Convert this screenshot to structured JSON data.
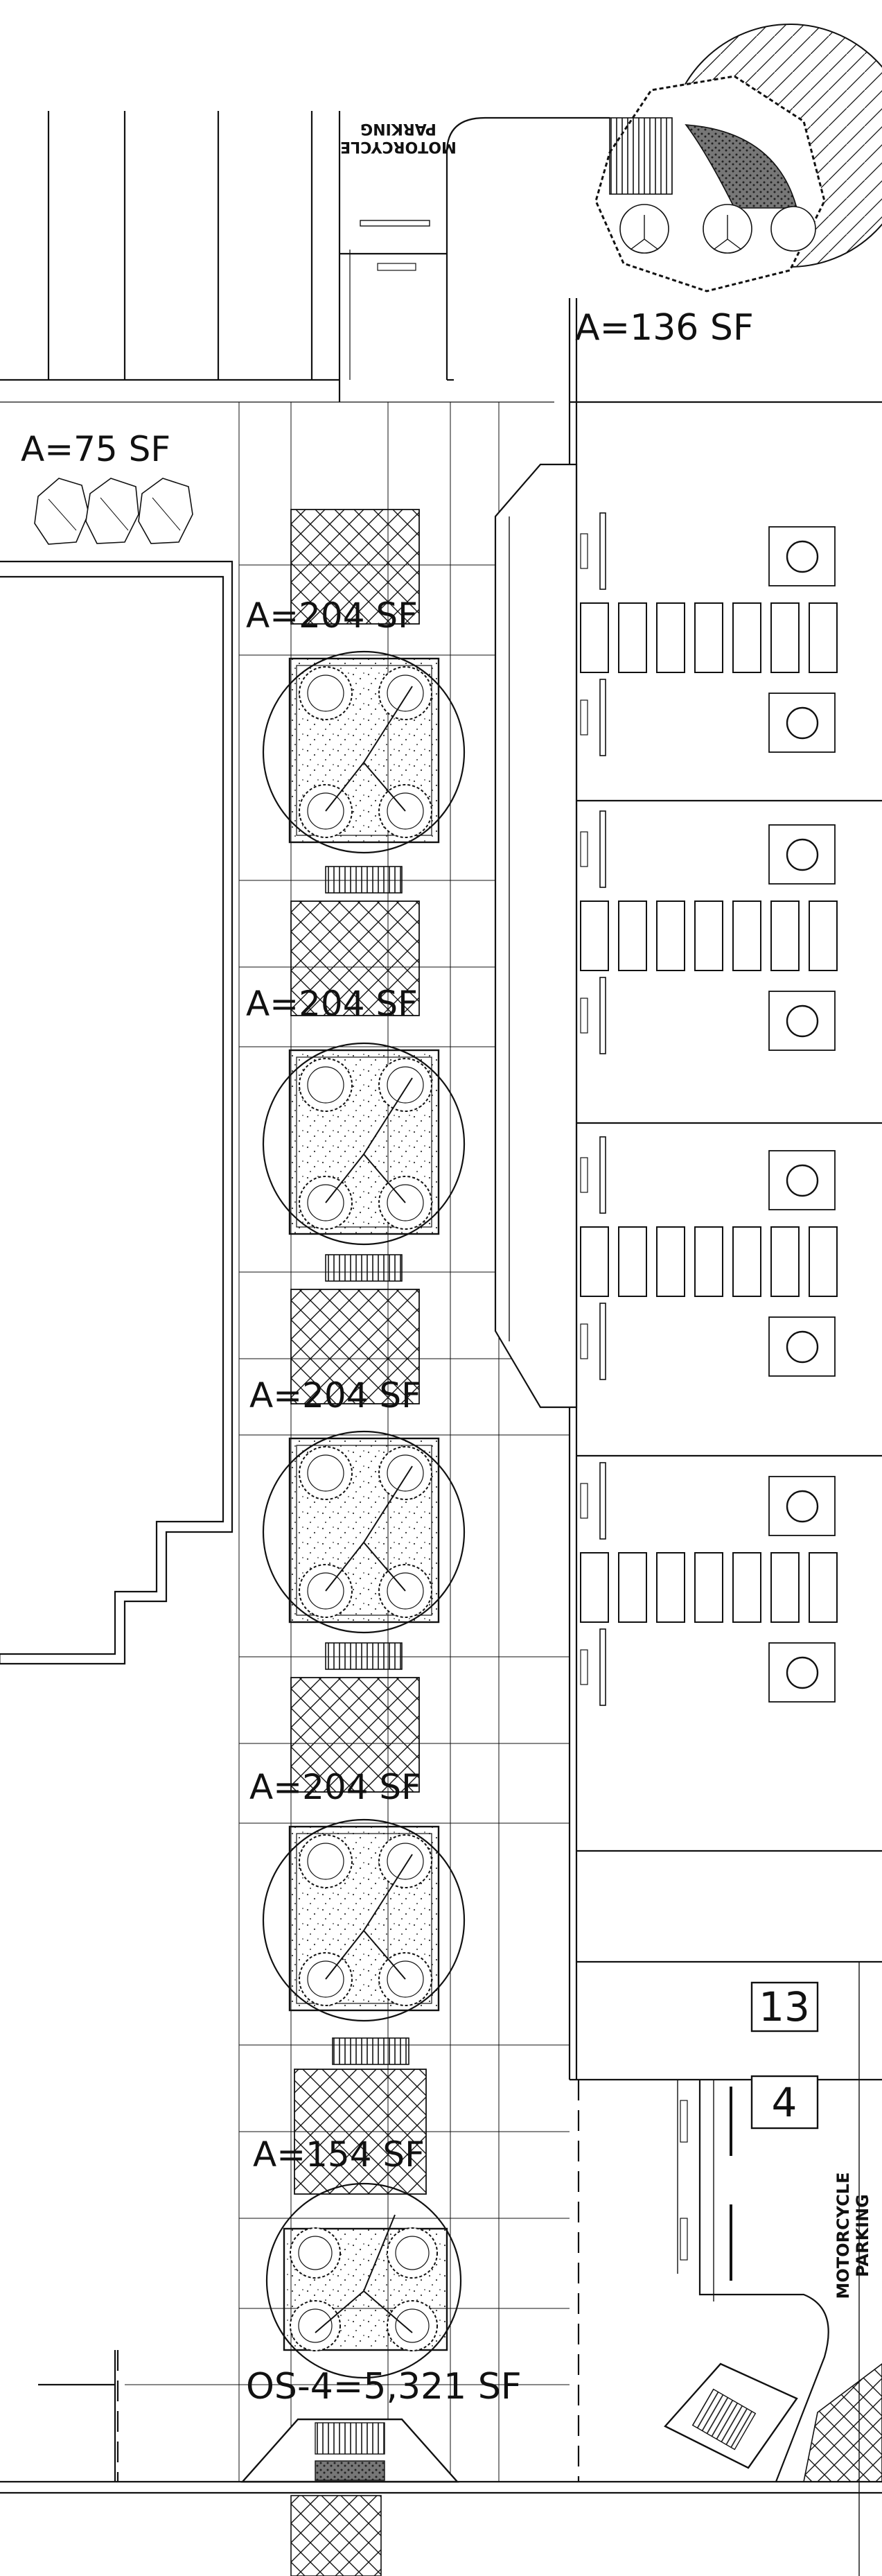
{
  "site_plan": {
    "area_labels": [
      {
        "id": "a136",
        "text": "A=136  SF"
      },
      {
        "id": "a75",
        "text": "A=75  SF"
      },
      {
        "id": "a204a",
        "text": "A=204  SF"
      },
      {
        "id": "a204b",
        "text": "A=204  SF"
      },
      {
        "id": "a204c",
        "text": "A=204  SF"
      },
      {
        "id": "a204d",
        "text": "A=204  SF"
      },
      {
        "id": "a154",
        "text": "A=154  SF"
      }
    ],
    "open_space_label": "OS-4=5,321  SF",
    "motorcycle_parking_top": [
      "MOTORCYCLE",
      "PARKING"
    ],
    "motorcycle_parking_right": [
      "MOTORCYCLE",
      "PARKING"
    ],
    "stall_numbers": [
      "13",
      "4"
    ]
  },
  "colors": {
    "ink": "#111111",
    "paper": "#ffffff"
  }
}
